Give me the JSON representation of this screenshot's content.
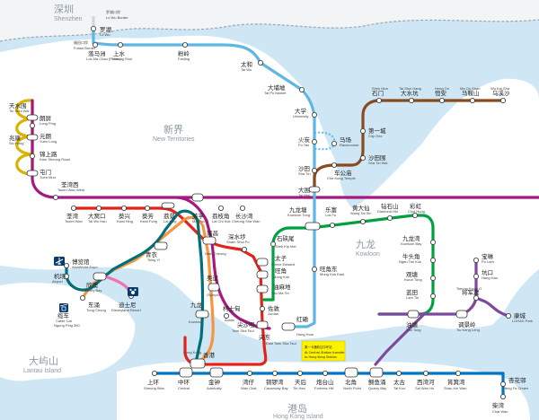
{
  "colors": {
    "sea": "#cfe6f5",
    "land": "#ffffff",
    "border": "#8d9aa6",
    "east_rail": "#5eb6e4",
    "ma_on_shan": "#8a4a1e",
    "west_rail": "#a3197d",
    "tsuen_wan": "#e2231a",
    "kwun_tong": "#00a040",
    "tung_chung": "#f7943e",
    "airport_express": "#007078",
    "island": "#0075c2",
    "tseung_kwan_o": "#7d499d",
    "disneyland": "#f173ac",
    "light_rail": "#d9b300",
    "note_bg": "#fff200"
  },
  "regions": {
    "shenzhen": {
      "cn": "深圳",
      "en": "Shenzhen"
    },
    "new_territories": {
      "cn": "新界",
      "en": "New Territories"
    },
    "kowloon": {
      "cn": "九龙",
      "en": "Kowloon"
    },
    "lantau": {
      "cn": "大屿山",
      "en": "Lantau Island"
    },
    "hk_island": {
      "cn": "港岛",
      "en": "Hong Kong Island"
    }
  },
  "border_labels": [
    {
      "cn": "罗湖口岸",
      "en": "Lo Wu Border"
    },
    {
      "cn": "福田口岸",
      "en": "Futian Border"
    }
  ],
  "stations": {
    "lo_wu": {
      "cn": "罗湖",
      "en": "Lo Wu"
    },
    "lok_ma_chau": {
      "cn": "落马洲",
      "en": "Lok Ma Chau (Futian)"
    },
    "sheung_shui": {
      "cn": "上水",
      "en": "Sheung Shui"
    },
    "fanling": {
      "cn": "粉岭",
      "en": "Fanling"
    },
    "tai_wo": {
      "cn": "太和",
      "en": "Tai Wo"
    },
    "tai_po_market": {
      "cn": "大埔墟",
      "en": "Tai Po Market"
    },
    "university": {
      "cn": "大学",
      "en": "University"
    },
    "fo_tan": {
      "cn": "火炭",
      "en": "Fo Tan"
    },
    "racecourse": {
      "cn": "马场",
      "en": "Racecourse"
    },
    "sha_tin": {
      "cn": "沙田",
      "en": "Sha Tin"
    },
    "tai_wai": {
      "cn": "大围",
      "en": "Tai Wai"
    },
    "che_kung_temple": {
      "cn": "车公庙",
      "en": "Che Kung Temple"
    },
    "sha_tin_wai": {
      "cn": "沙田围",
      "en": "Sha Tin Wai"
    },
    "city_one": {
      "cn": "第一城",
      "en": "City One"
    },
    "shek_mun": {
      "cn": "石门",
      "en": "Shek Mun"
    },
    "tai_shui_hang": {
      "cn": "大水坑",
      "en": "Tai Shui Hang"
    },
    "heng_on": {
      "cn": "恒安",
      "en": "Heng On"
    },
    "ma_on_shan": {
      "cn": "马鞍山",
      "en": "Ma On Shan"
    },
    "wu_kai_sha": {
      "cn": "乌溪沙",
      "en": "Wu Kai Sha"
    },
    "tin_shui_wai": {
      "cn": "天水围",
      "en": "Tin Shui Wai"
    },
    "long_ping": {
      "cn": "朗屏",
      "en": "Long Ping"
    },
    "yuen_long": {
      "cn": "元朗",
      "en": "Yuen Long"
    },
    "kam_sheung_road": {
      "cn": "锦上路",
      "en": "Kam Sheung Road"
    },
    "siu_hong": {
      "cn": "兆康",
      "en": "Siu Hong"
    },
    "tuen_mun": {
      "cn": "屯门",
      "en": "Tuen Mun"
    },
    "tsuen_wan_west": {
      "cn": "荃湾西",
      "en": "Tsuen Wan West"
    },
    "tsuen_wan": {
      "cn": "荃湾",
      "en": "Tsuen Wan"
    },
    "tai_wo_hau": {
      "cn": "大窝口",
      "en": "Tai Wo Hau"
    },
    "kwai_hing": {
      "cn": "葵兴",
      "en": "Kwai Hing"
    },
    "kwai_fong": {
      "cn": "葵芳",
      "en": "Kwai Fong"
    },
    "lai_king": {
      "cn": "荔景",
      "en": "Lai King"
    },
    "mei_foo": {
      "cn": "美孚",
      "en": "Mei Foo"
    },
    "lai_chi_kok": {
      "cn": "荔枝角",
      "en": "Lai Chi Kok"
    },
    "cheung_sha_wan": {
      "cn": "长沙湾",
      "en": "Cheung Sha Wan"
    },
    "nam_cheong": {
      "cn": "南昌",
      "en": "Nam Cheong"
    },
    "sham_shui_po": {
      "cn": "深水埗",
      "en": "Sham Shui Po"
    },
    "shek_kip_mei": {
      "cn": "石硖尾",
      "en": "Shek Kip Mei"
    },
    "kowloon_tong": {
      "cn": "九龙塘",
      "en": "Kowloon Tong"
    },
    "lok_fu": {
      "cn": "乐富",
      "en": "Lok Fu"
    },
    "wong_tai_sin": {
      "cn": "黄大仙",
      "en": "Wong Tai Sin"
    },
    "diamond_hill": {
      "cn": "钻石山",
      "en": "Diamond Hill"
    },
    "choi_hung": {
      "cn": "彩虹",
      "en": "Choi Hung"
    },
    "kowloon_bay": {
      "cn": "九龙湾",
      "en": "Kowloon Bay"
    },
    "ngau_tau_kok": {
      "cn": "牛头角",
      "en": "Ngau Tau Kok"
    },
    "kwun_tong": {
      "cn": "观塘",
      "en": "Kwun Tong"
    },
    "lam_tin": {
      "cn": "蓝田",
      "en": "Lam Tin"
    },
    "yau_tong": {
      "cn": "油塘",
      "en": "Yau Tong"
    },
    "po_lam": {
      "cn": "宝琳",
      "en": "Po Lam"
    },
    "hang_hau": {
      "cn": "坑口",
      "en": "Hang Hau"
    },
    "tseung_kwan_o": {
      "cn": "将军澳",
      "en": "Tseung Kwan O"
    },
    "lohas_park": {
      "cn": "康城",
      "en": "LOHAS Park"
    },
    "tiu_keng_leng": {
      "cn": "调景岭",
      "en": "Tiu Keng Leng"
    },
    "prince_edward": {
      "cn": "太子",
      "en": "Prince Edward"
    },
    "mong_kok": {
      "cn": "旺角",
      "en": "Mong Kok"
    },
    "yau_ma_tei": {
      "cn": "油麻地",
      "en": "Yau Ma Tei"
    },
    "jordan": {
      "cn": "佐敦",
      "en": "Jordan"
    },
    "tsim_sha_tsui": {
      "cn": "尖沙咀",
      "en": "Tsim Sha Tsui"
    },
    "east_tsim_sha_tsui": {
      "cn": "尖东",
      "en": "East Tsim Sha Tsui"
    },
    "hung_hom": {
      "cn": "红磡",
      "en": "Hung Hom"
    },
    "mong_kok_east": {
      "cn": "旺角东",
      "en": "Mong Kok East"
    },
    "olympic": {
      "cn": "奥运",
      "en": "Olympic"
    },
    "kowloon": {
      "cn": "九龙",
      "en": "Kowloon"
    },
    "austin": {
      "cn": "柯士甸",
      "en": "Austin"
    },
    "tsing_yi": {
      "cn": "青衣",
      "en": "Tsing Yi"
    },
    "sunny_bay": {
      "cn": "欣澳",
      "en": "Sunny Bay"
    },
    "asiaworld_expo": {
      "cn": "博览馆",
      "en": "AsiaWorld-Expo"
    },
    "airport": {
      "cn": "机场",
      "en": "Airport"
    },
    "tung_chung": {
      "cn": "东涌",
      "en": "Tung Chung"
    },
    "disneyland": {
      "cn": "迪士尼",
      "en": "Disneyland Resort"
    },
    "cable_car": {
      "cn": "缆车",
      "en": "Cable Car"
    },
    "cable_car_sub": {
      "cn": "",
      "en": "Ngong Ping 360"
    },
    "hong_kong": {
      "cn": "香港",
      "en": "Hong Kong"
    },
    "sheung_wan": {
      "cn": "上环",
      "en": "Sheung Wan"
    },
    "central": {
      "cn": "中环",
      "en": "Central"
    },
    "admiralty": {
      "cn": "金钟",
      "en": "Admiralty"
    },
    "wan_chai": {
      "cn": "湾仔",
      "en": "Wan Chai"
    },
    "causeway_bay": {
      "cn": "铜锣湾",
      "en": "Causeway Bay"
    },
    "tin_hau": {
      "cn": "天后",
      "en": "Tin Hau"
    },
    "fortress_hill": {
      "cn": "炮台山",
      "en": "Fortress Hill"
    },
    "north_point": {
      "cn": "北角",
      "en": "North Point"
    },
    "quarry_bay": {
      "cn": "鲗鱼涌",
      "en": "Quarry Bay"
    },
    "tai_koo": {
      "cn": "太古",
      "en": "Tai Koo"
    },
    "sai_wan_ho": {
      "cn": "西湾河",
      "en": "Sai Wan Ho"
    },
    "shau_kei_wan": {
      "cn": "筲箕湾",
      "en": "Shau Kei Wan"
    },
    "heng_fa_chuen": {
      "cn": "杏花邨",
      "en": "Heng Fa Chuen"
    },
    "chai_wan": {
      "cn": "柴湾",
      "en": "Chai Wan"
    }
  },
  "note": {
    "line1": "乘一卡通前往中环站",
    "line2": "At Central Station transfer",
    "line3": "to Hong Kong Station"
  }
}
